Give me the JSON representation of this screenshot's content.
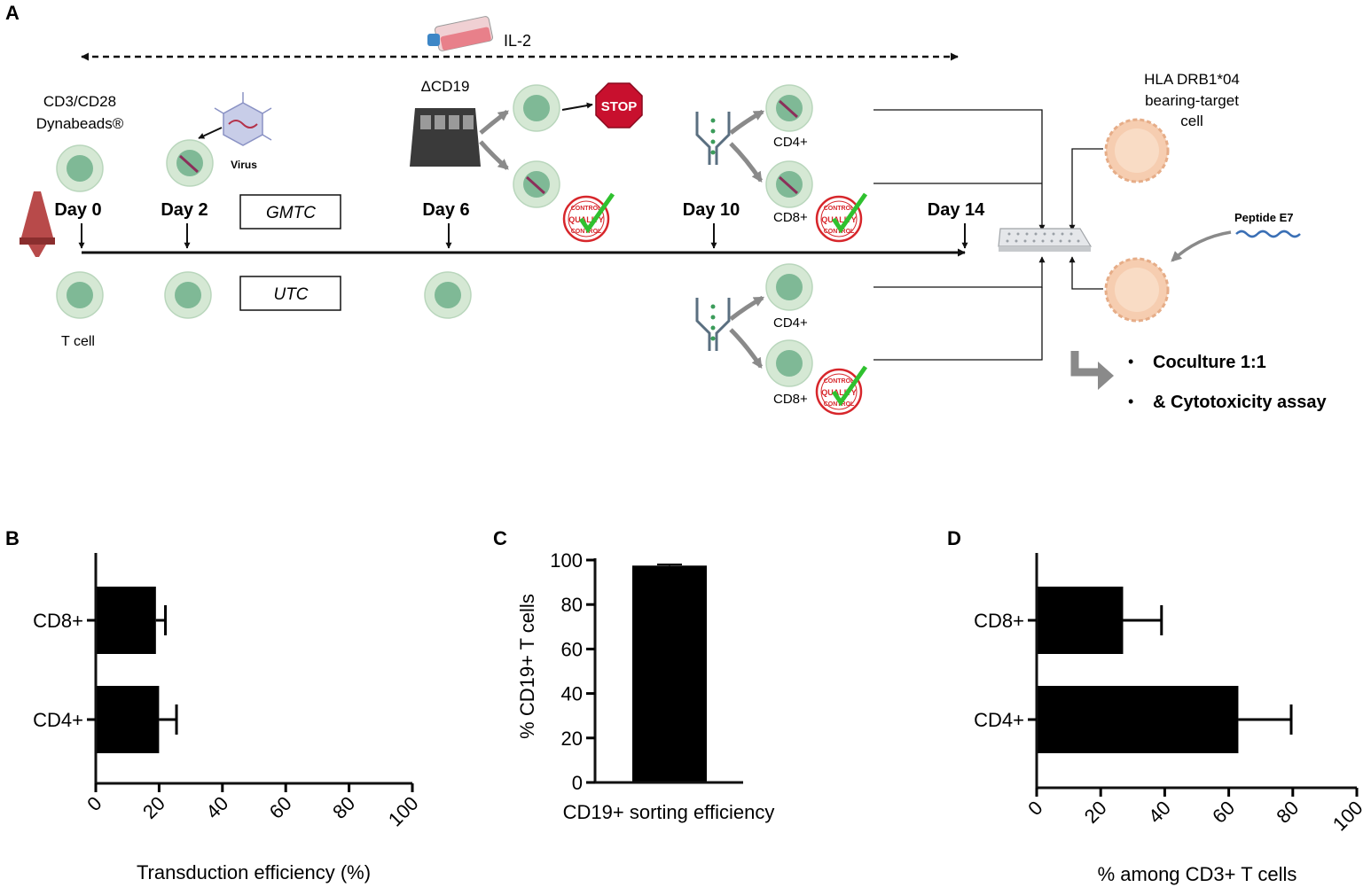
{
  "panel_a": {
    "label": "A",
    "il2": "IL-2",
    "dynabeads": [
      "CD3/CD28",
      "Dynabeads®"
    ],
    "virus": "Virus",
    "delta_cd19": "ΔCD19",
    "stop": "STOP",
    "qc_words": [
      "CONTROL",
      "QUALITY",
      "CONTROL"
    ],
    "days": [
      "Day 0",
      "Day 2",
      "Day 6",
      "Day 10",
      "Day 14"
    ],
    "gmtc": "GMTC",
    "utc": "UTC",
    "t_cell": "T cell",
    "cd4_top": "CD4+",
    "cd8_top": "CD8+",
    "cd4_bottom": "CD4+",
    "cd8_bottom": "CD8+",
    "target_cell": [
      "HLA DRB1*04",
      "bearing-target",
      "cell"
    ],
    "peptide": "Peptide E7",
    "bullets": [
      "Coculture 1:1",
      "& Cytotoxicity assay"
    ],
    "colors": {
      "cell_outer": "#d5e8d4",
      "cell_inner": "#7fb996",
      "target_cell": "#f6cdb0",
      "stop": "#c8102e",
      "qc": "#d7262b",
      "check": "#2fc12f",
      "flask": "#e8808a"
    }
  },
  "chart_data": [
    {
      "panel": "B",
      "type": "bar",
      "orientation": "horizontal",
      "categories": [
        "CD8+",
        "CD4+"
      ],
      "values": [
        19,
        20
      ],
      "errors": [
        3,
        5.5
      ],
      "xlabel": "Transduction efficiency (%)",
      "xlim": [
        0,
        100
      ],
      "ticks": [
        "0",
        "20",
        "40",
        "60",
        "80",
        "100"
      ]
    },
    {
      "panel": "C",
      "type": "bar",
      "orientation": "vertical",
      "categories": [
        "CD19+ sorting efficiency"
      ],
      "values": [
        97.5
      ],
      "errors": [
        0.5
      ],
      "ylabel": "% CD19+ T cells",
      "ylim": [
        0,
        100
      ],
      "ticks": [
        "0",
        "20",
        "40",
        "60",
        "80",
        "100"
      ]
    },
    {
      "panel": "D",
      "type": "bar",
      "orientation": "horizontal",
      "categories": [
        "CD8+",
        "CD4+"
      ],
      "values": [
        27,
        63
      ],
      "errors": [
        12,
        16.5
      ],
      "xlabel": "% among CD3+ T cells",
      "xlim": [
        0,
        100
      ],
      "ticks": [
        "0",
        "20",
        "40",
        "60",
        "80",
        "100"
      ]
    }
  ]
}
